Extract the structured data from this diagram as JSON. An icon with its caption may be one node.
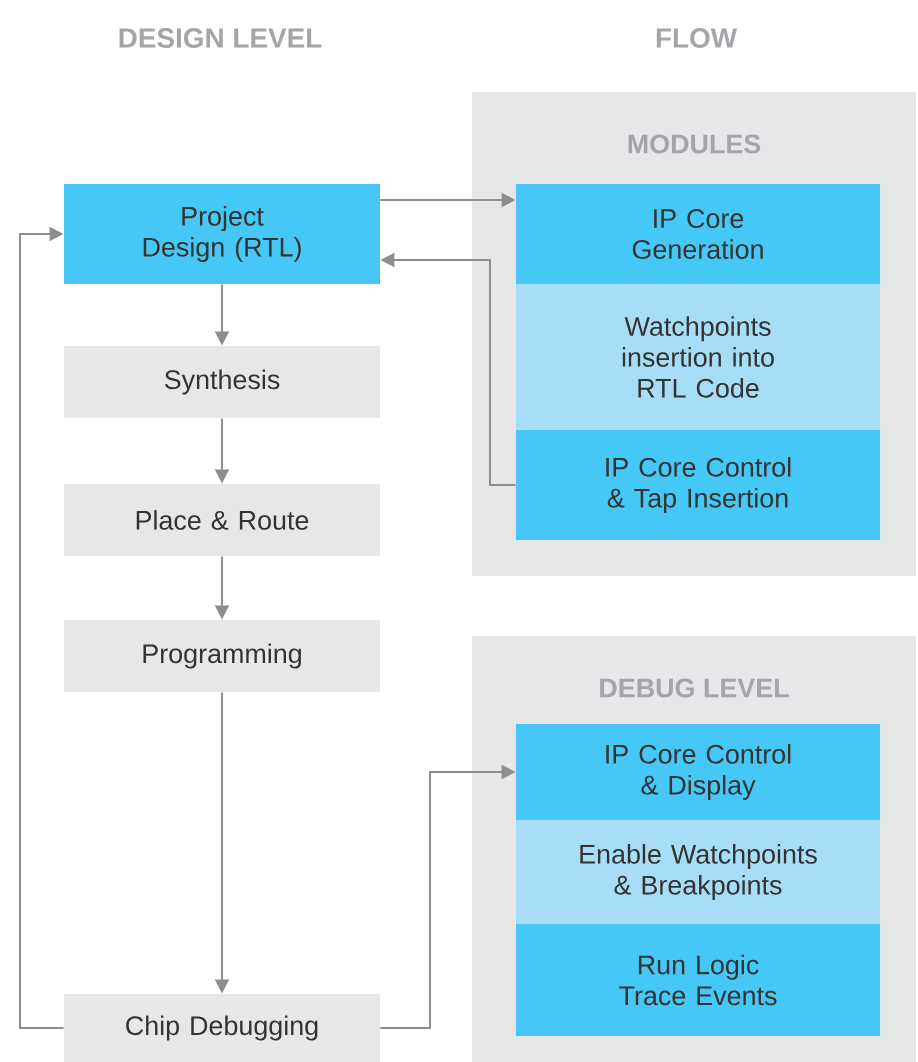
{
  "diagram": {
    "nodes": [
      {
        "text": [
          "MODULES"
        ]
      },
      {
        "text": [
          "IP Core Generation"
        ],
        "in": 0
      },
      {
        "text": [
          "Watchpoints insertion into RTL Code"
        ],
        "in": 0
      },
      {
        "text": [
          "IP Core Control & Tap Insertion"
        ],
        "in": 0
      },
      {
        "text": [
          "DEBUG LEVEL"
        ]
      },
      {
        "text": [
          "IP Core Control & Display"
        ],
        "in": 4
      },
      {
        "text": [
          "Enable Watchpoints & Breakpoints"
        ],
        "in": 4
      },
      {
        "text": [
          "Run Logic Trace Events"
        ],
        "in": 4
      },
      {
        "text": [
          "Project Design (RTL)"
        ]
      },
      {
        "text": [
          "Synthesis"
        ]
      },
      {
        "text": [
          "Place & Route"
        ]
      },
      {
        "text": [
          "Programming"
        ]
      },
      {
        "text": [
          "Chip Debugging"
        ]
      }
    ],
    "edges": [
      {
        "from": 8,
        "to": 1,
        "arrow": "to"
      },
      {
        "from": 3,
        "to": 8,
        "arrow": "to"
      },
      {
        "from": 8,
        "to": 9,
        "arrow": "to"
      },
      {
        "from": 9,
        "to": 10,
        "arrow": "to"
      },
      {
        "from": 10,
        "to": 11,
        "arrow": "to"
      },
      {
        "from": 11,
        "to": 12,
        "arrow": "to"
      },
      {
        "from": 12,
        "to": 8,
        "arrow": "to"
      },
      {
        "from": 12,
        "to": 5,
        "arrow": "to"
      }
    ],
    "labels": [
      "DESIGN LEVEL",
      "FLOW"
    ]
  }
}
